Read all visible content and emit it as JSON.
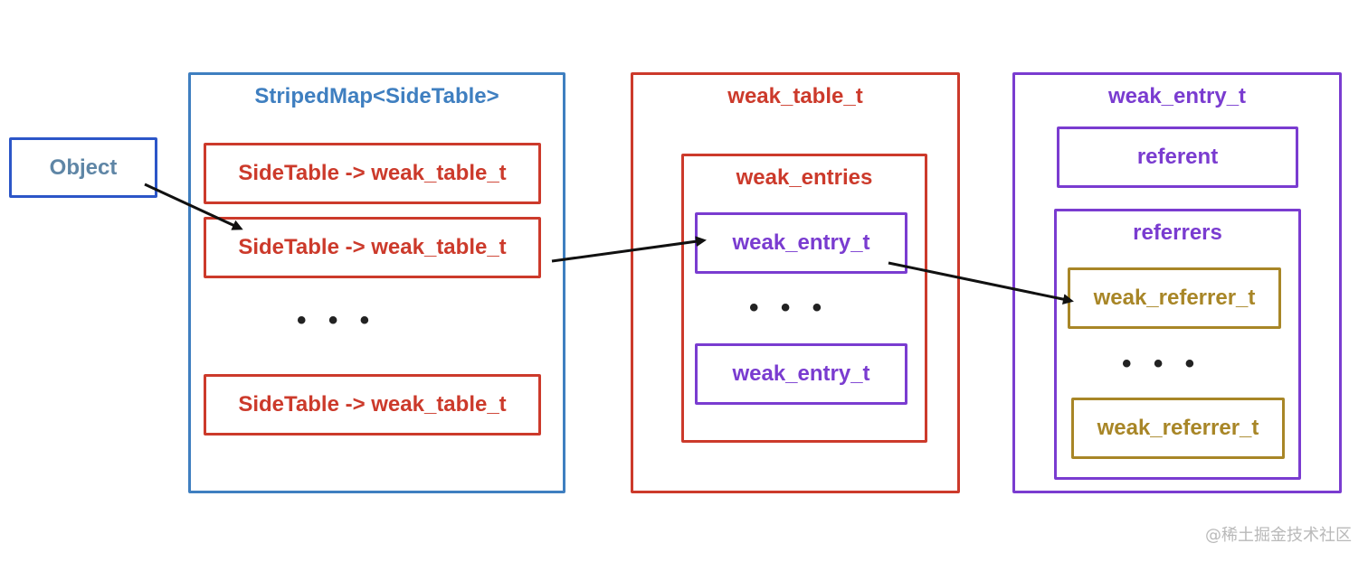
{
  "object": {
    "label": "Object"
  },
  "striped_map": {
    "title": "StripedMap<SideTable>",
    "rows": [
      "SideTable -> weak_table_t",
      "SideTable -> weak_table_t",
      "SideTable -> weak_table_t"
    ],
    "ellipsis": "• • •"
  },
  "weak_table": {
    "title": "weak_table_t",
    "entries_title": "weak_entries",
    "entries": [
      "weak_entry_t",
      "weak_entry_t"
    ],
    "ellipsis": "• • •"
  },
  "weak_entry": {
    "title": "weak_entry_t",
    "referent": "referent",
    "referrers_title": "referrers",
    "referrers": [
      "weak_referrer_t",
      "weak_referrer_t"
    ],
    "ellipsis": "• • •"
  },
  "watermark": "@稀土掘金技术社区",
  "colors": {
    "blue": "#3f7fc0",
    "navy": "#2c56c8",
    "red": "#cc3a2b",
    "purple": "#7a3cd0",
    "gold": "#a88627",
    "arrow": "#111111"
  }
}
